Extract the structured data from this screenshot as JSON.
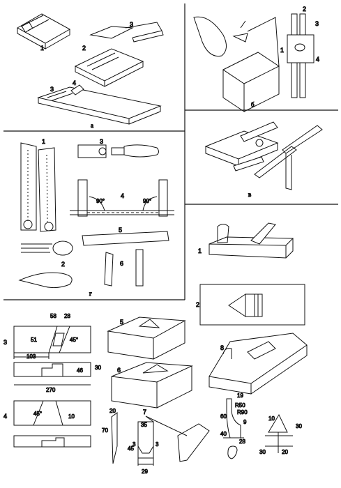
{
  "panel_a": {
    "caption": "а",
    "labels": [
      "1",
      "2",
      "3",
      "3",
      "4"
    ]
  },
  "panel_b": {
    "caption": "б",
    "labels": [
      "2",
      "3",
      "1",
      "4"
    ]
  },
  "panel_v": {
    "caption": "в"
  },
  "panel_g": {
    "caption": "г",
    "labels": [
      "1",
      "3",
      "4",
      "5",
      "6",
      "2"
    ],
    "angle_left": "90°",
    "angle_right": "90°"
  },
  "plane_top": {
    "labels": [
      "1",
      "2"
    ]
  },
  "bevel_upper": {
    "label": "3",
    "dims": [
      "58",
      "28",
      "51",
      "45°",
      "103",
      "46",
      "30",
      "270"
    ]
  },
  "bevel_lower": {
    "label": "4",
    "dims": [
      "45°",
      "10"
    ]
  },
  "blocks": {
    "labels": [
      "5",
      "6",
      "8"
    ]
  },
  "blade7": {
    "label": "7",
    "dims": [
      "20",
      "70",
      "35",
      "45",
      "3",
      "3",
      "29"
    ]
  },
  "chisel": {
    "dims": [
      "19",
      "R50",
      "R90",
      "60",
      "9",
      "40",
      "28"
    ]
  },
  "cutter": {
    "dims": [
      "10",
      "30",
      "30",
      "20"
    ]
  }
}
